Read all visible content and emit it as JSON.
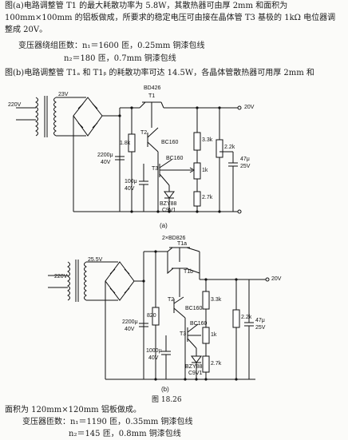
{
  "text": {
    "p1_line1": "图(a)电路调整管 T1 的最大耗散功率为 5.8W，其散热器可由厚 2mm 和面积为",
    "p1_line2": "100mm×100mm 的铝板做成，所要求的稳定电压可由接在晶体管 T3 基极的 1kΩ 电位器调",
    "p1_line3": "整成 20V。",
    "trans_a1": "变压器绕组匝数：n₁＝1600 匝，0.25mm 铜漆包线",
    "trans_a2": "n₂＝180 匝，0.7mm 铜漆包线",
    "p2_line1": "图(b)电路调整管 T1ₐ 和 T1ᵦ 的耗散功率可达 14.5W，各晶体管散热器可用厚 2mm 和",
    "p3_line1": "面积为 120mm×120mm 铝板做成。",
    "trans_b1": "变压器匝数：n₁＝1190 匝，0.35mm 铜漆包线",
    "trans_b2": "n₂＝145 匝，0.8mm 铜漆包线"
  },
  "circuit_a": {
    "mains": "220V",
    "secondary": "23V",
    "t1_type": "BD426",
    "t1": "T1",
    "t2": "T2",
    "t2_type": "BC160",
    "t3": "T3",
    "t3_type": "BC160",
    "r1": "1.8k",
    "r2": "3.3k",
    "r3": "2.2k",
    "pot": "1k",
    "r4": "2.7k",
    "c1": "2200μ",
    "c1v": "40V",
    "c2": "100μ",
    "c2v": "40V",
    "c3": "47μ",
    "c3v": "25V",
    "zener": "BZY88",
    "zener_v": "C9V1",
    "output": "20V",
    "caption": "(a)"
  },
  "circuit_b": {
    "mains": "220V",
    "secondary": "25.5V",
    "pair": "2×BD826",
    "t1a": "T1a",
    "t1b": "T1b",
    "t2": "T2",
    "t2_type": "BC160",
    "t3": "T3",
    "t3_type": "BC160",
    "r1": "820",
    "r2": "3.3k",
    "r3": "2.2k",
    "pot": "1k",
    "r4": "2.7k",
    "c1": "2200μ",
    "c1v": "40V",
    "c2": "1000μ",
    "c2v": "40V",
    "c3": "47μ",
    "c3v": "25V",
    "zener": "BZY88",
    "zener_v": "C9V1",
    "output": "20V",
    "caption": "(b)"
  },
  "figure_caption": "图 18.26"
}
